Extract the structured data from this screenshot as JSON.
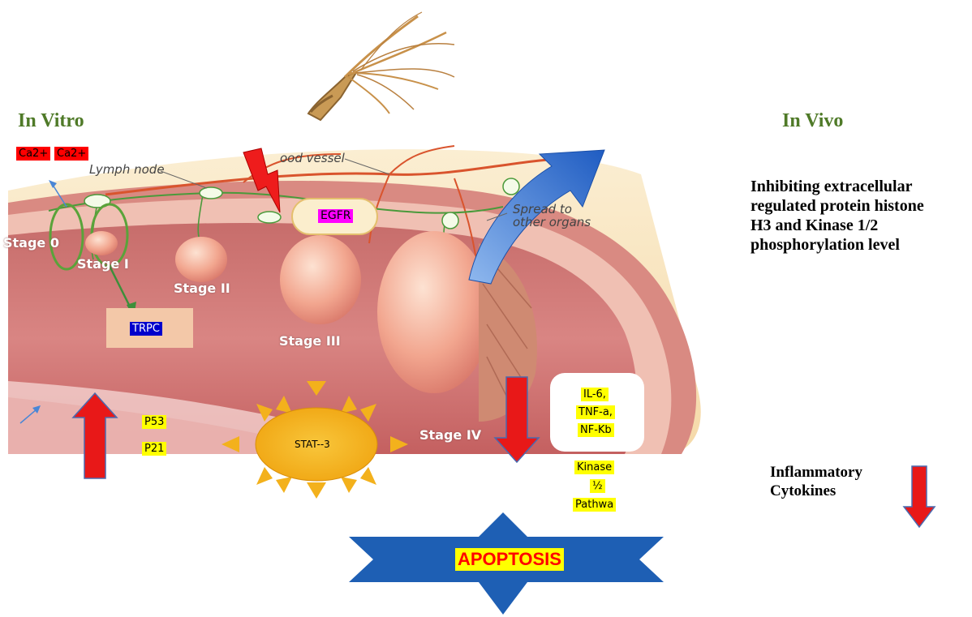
{
  "titles": {
    "in_vitro": "In Vitro",
    "in_vivo": "In Vivo"
  },
  "in_vivo_text": {
    "line1": "Inhibiting extracellular",
    "line2": "regulated protein histone",
    "line3": "H3 and Kinase 1/2",
    "line4": "phosphorylation level"
  },
  "inflammatory": {
    "line1": "Inflammatory",
    "line2": "Cytokines"
  },
  "calcium": {
    "first": "Ca2+",
    "second": "Ca2+"
  },
  "anatomy": {
    "lymph_node": "Lymph node",
    "blood_vessel": "ood vessel",
    "spread_line1": "Spread to",
    "spread_line2": "other organs"
  },
  "stages": {
    "stage0": "Stage 0",
    "stage1": "Stage I",
    "stage2": "Stage II",
    "stage3": "Stage III",
    "stage4": "Stage IV"
  },
  "markers": {
    "egfr": "EGFR",
    "trpc": "TRPC",
    "p53": "P53",
    "p21": "P21",
    "stat3": "STAT--3",
    "il6": "IL-6,",
    "tnf": "TNF-a,",
    "nfkb": "NF-Kb",
    "kinase": "Kinase",
    "half": "½",
    "pathway": "Pathwa"
  },
  "apoptosis": "APOPTOSIS",
  "colors": {
    "title_green": "#4f7a28",
    "arrow_red": "#e81818",
    "highlight_yellow": "#ffff00",
    "apoptosis_blue": "#1e5fb4",
    "sun_orange": "#f3b11c",
    "tissue_pink": "#e9a6a0"
  },
  "icons": {
    "ginseng": "ginseng-root-icon",
    "lightning": "lightning-bolt-icon",
    "sun": "sun-icon",
    "star": "star-burst-icon"
  }
}
